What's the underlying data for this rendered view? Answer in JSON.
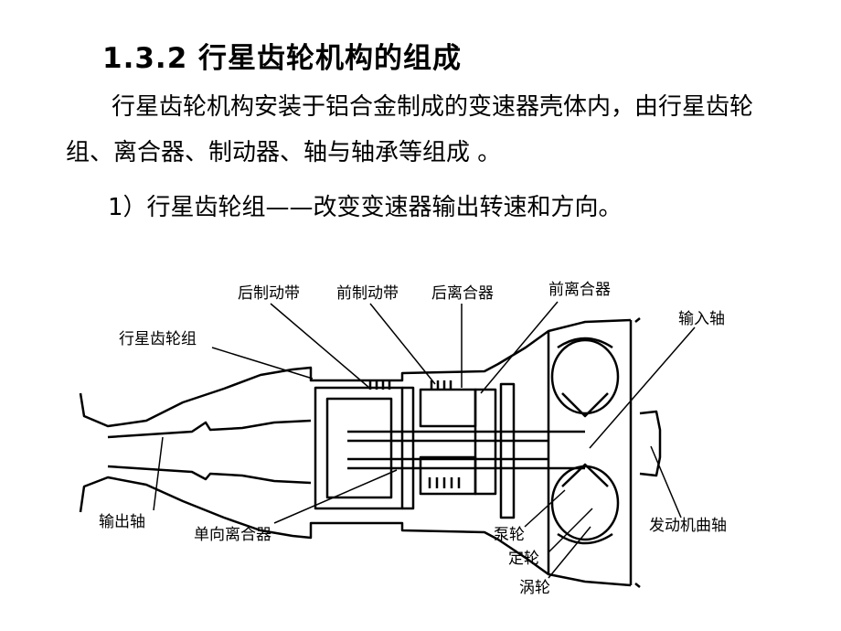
{
  "heading": "1.3.2 行星齿轮机构的组成",
  "paragraph": "行星齿轮机构安装于铝合金制成的变速器壳体内，由行星齿轮组、离合器、制动器、轴与轴承等组成 。",
  "item1": "1）行星齿轮组——改变变速器输出转速和方向。",
  "diagram": {
    "labels": {
      "rear_brake_band": "后制动带",
      "front_brake_band": "前制动带",
      "rear_clutch": "后离合器",
      "front_clutch": "前离合器",
      "planetary_gear_set": "行星齿轮组",
      "input_shaft": "输入轴",
      "output_shaft": "输出轴",
      "one_way_clutch": "单向离合器",
      "pump_wheel": "泵轮",
      "stator": "定轮",
      "turbine": "涡轮",
      "crankshaft": "发动机曲轴"
    }
  }
}
